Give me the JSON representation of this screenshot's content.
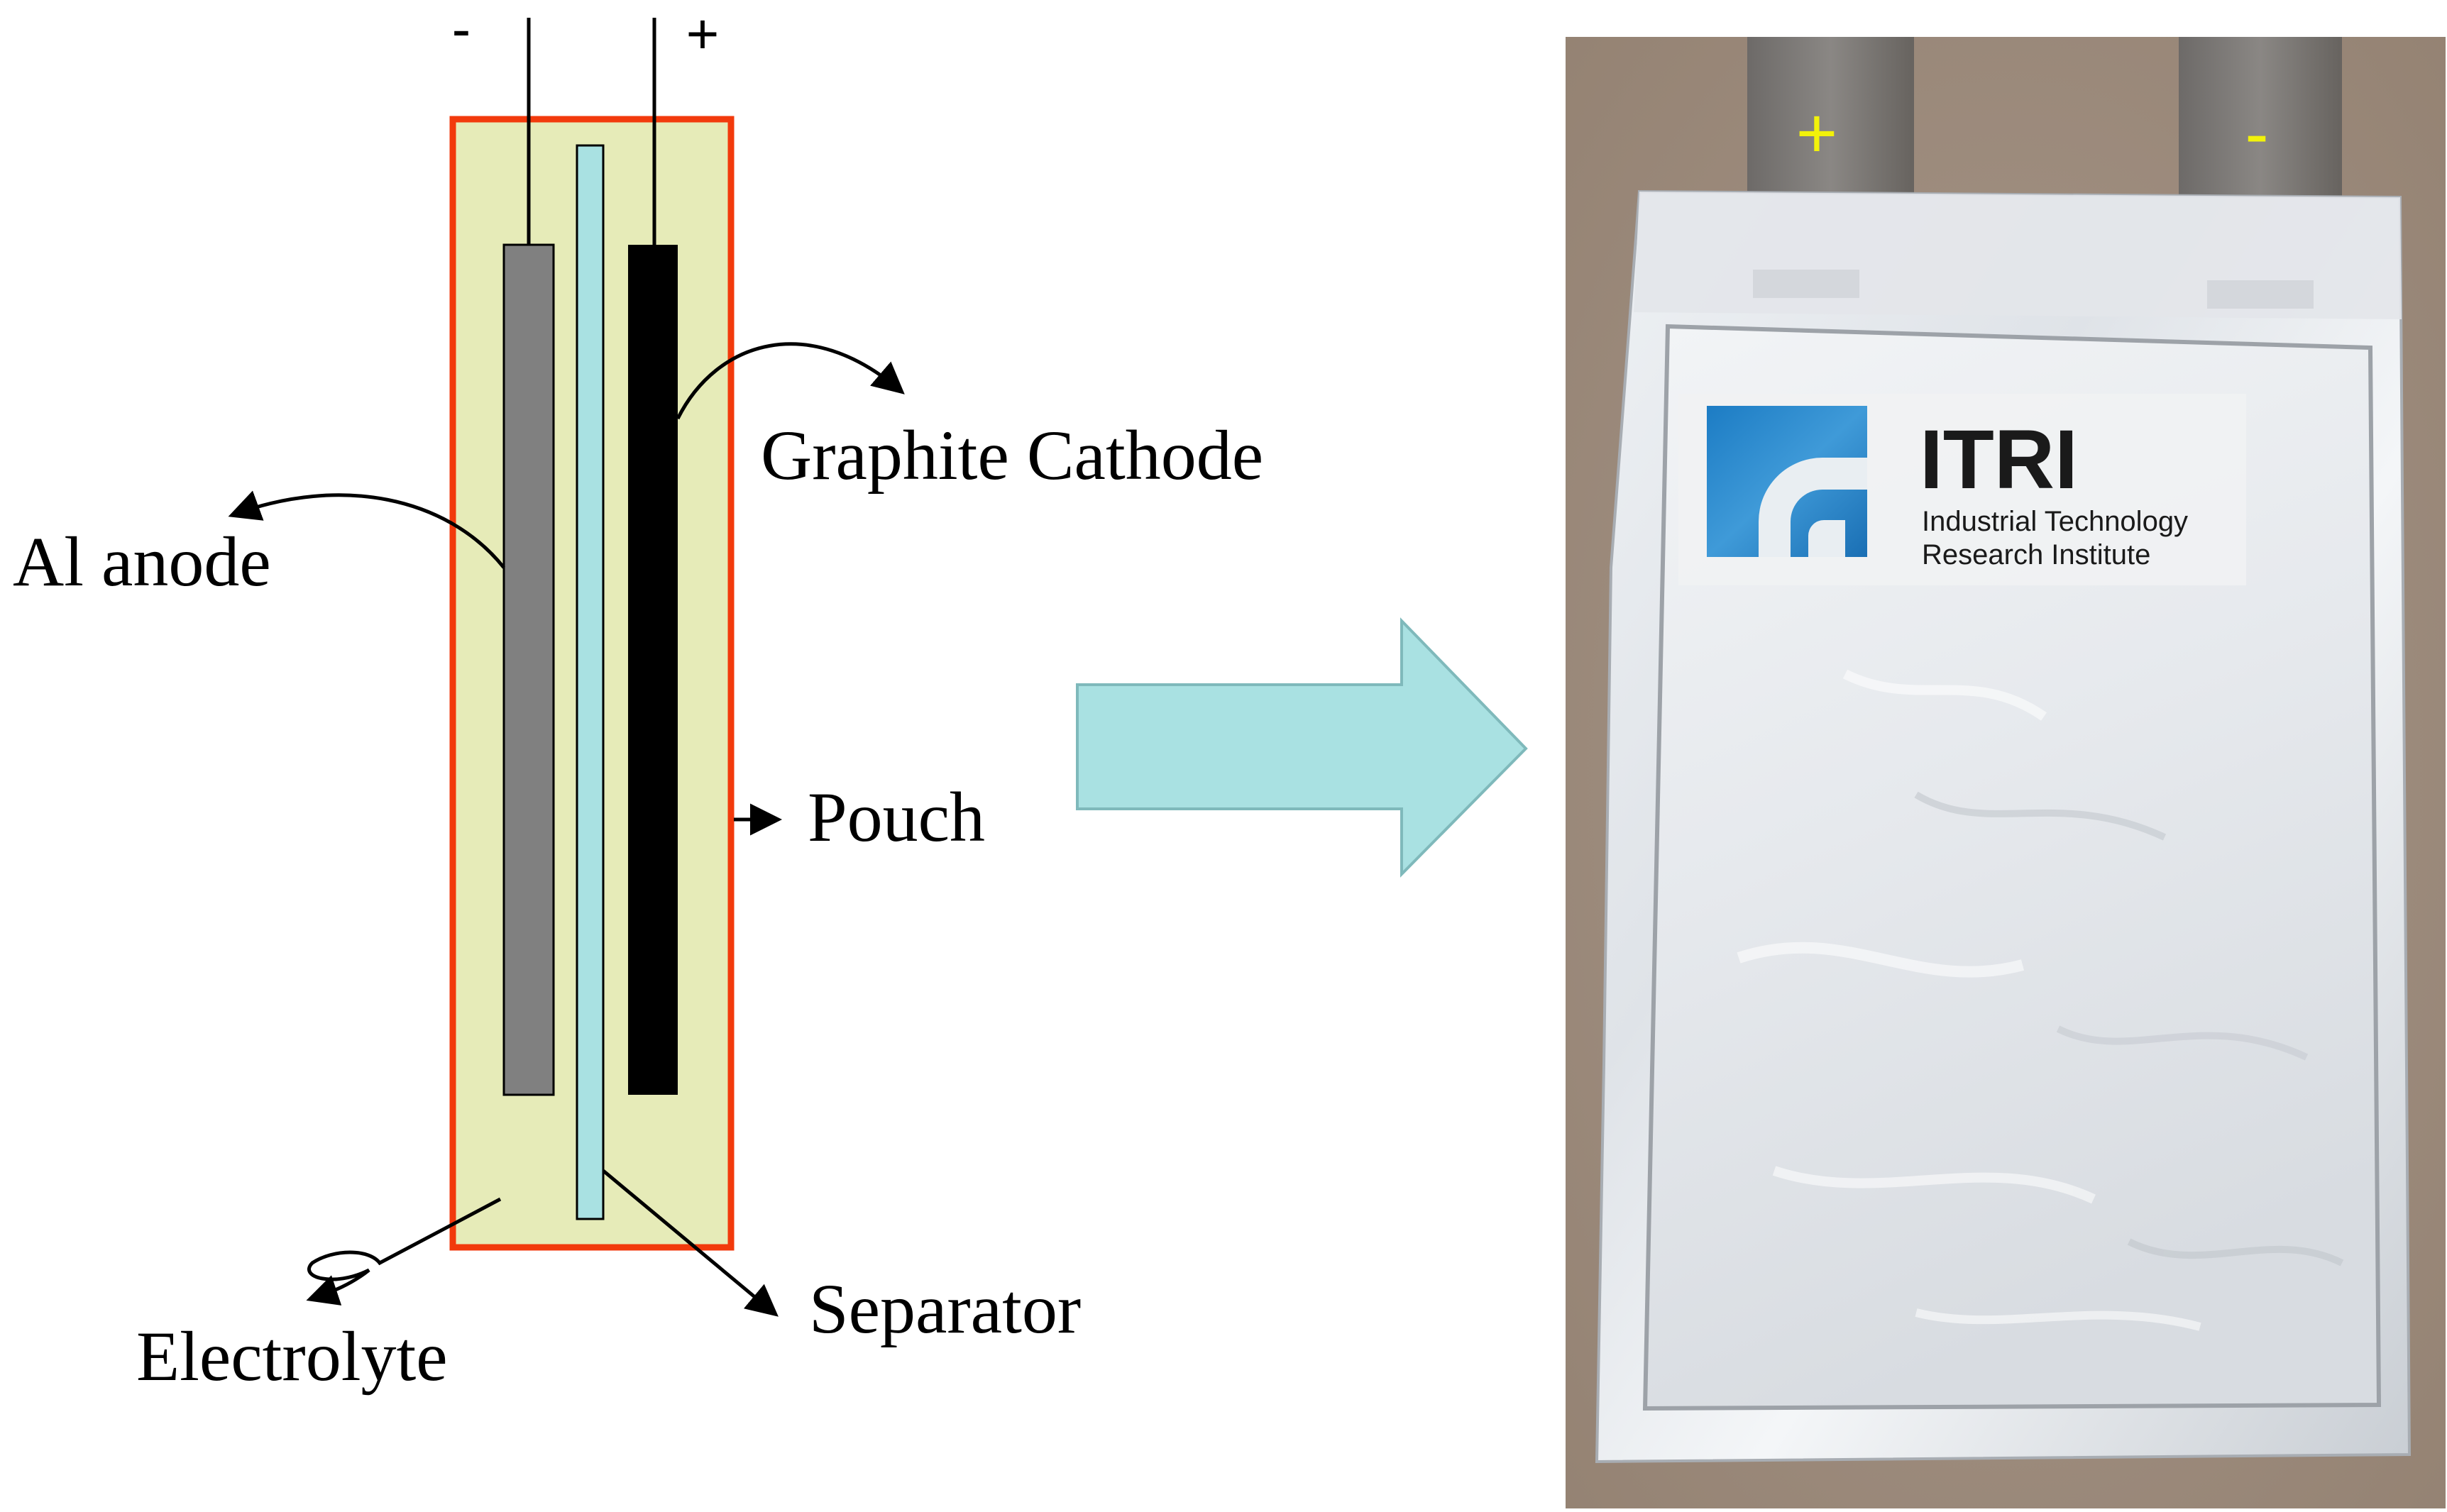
{
  "schematic": {
    "terminal_negative": "-",
    "terminal_positive": "+",
    "labels": {
      "graphite_cathode": "Graphite Cathode",
      "al_anode": "Al anode",
      "pouch": "Pouch",
      "separator": "Separator",
      "electrolyte": "Electrolyte"
    },
    "colors": {
      "pouch_fill": "#E6EBB8",
      "pouch_border": "#F23A0C",
      "anode": "#808080",
      "cathode": "#000000",
      "separator": "#A9E1E2",
      "arrow": "#A9E1E2"
    }
  },
  "photo": {
    "tab_left_sign": "+",
    "tab_right_sign": "-",
    "sign_color": "#F2F20A",
    "logo": {
      "title": "ITRI",
      "line1": "Industrial Technology",
      "line2": "Research Institute",
      "logo_blue": "#2F8CD0"
    },
    "background_color": "#A08E7E"
  }
}
